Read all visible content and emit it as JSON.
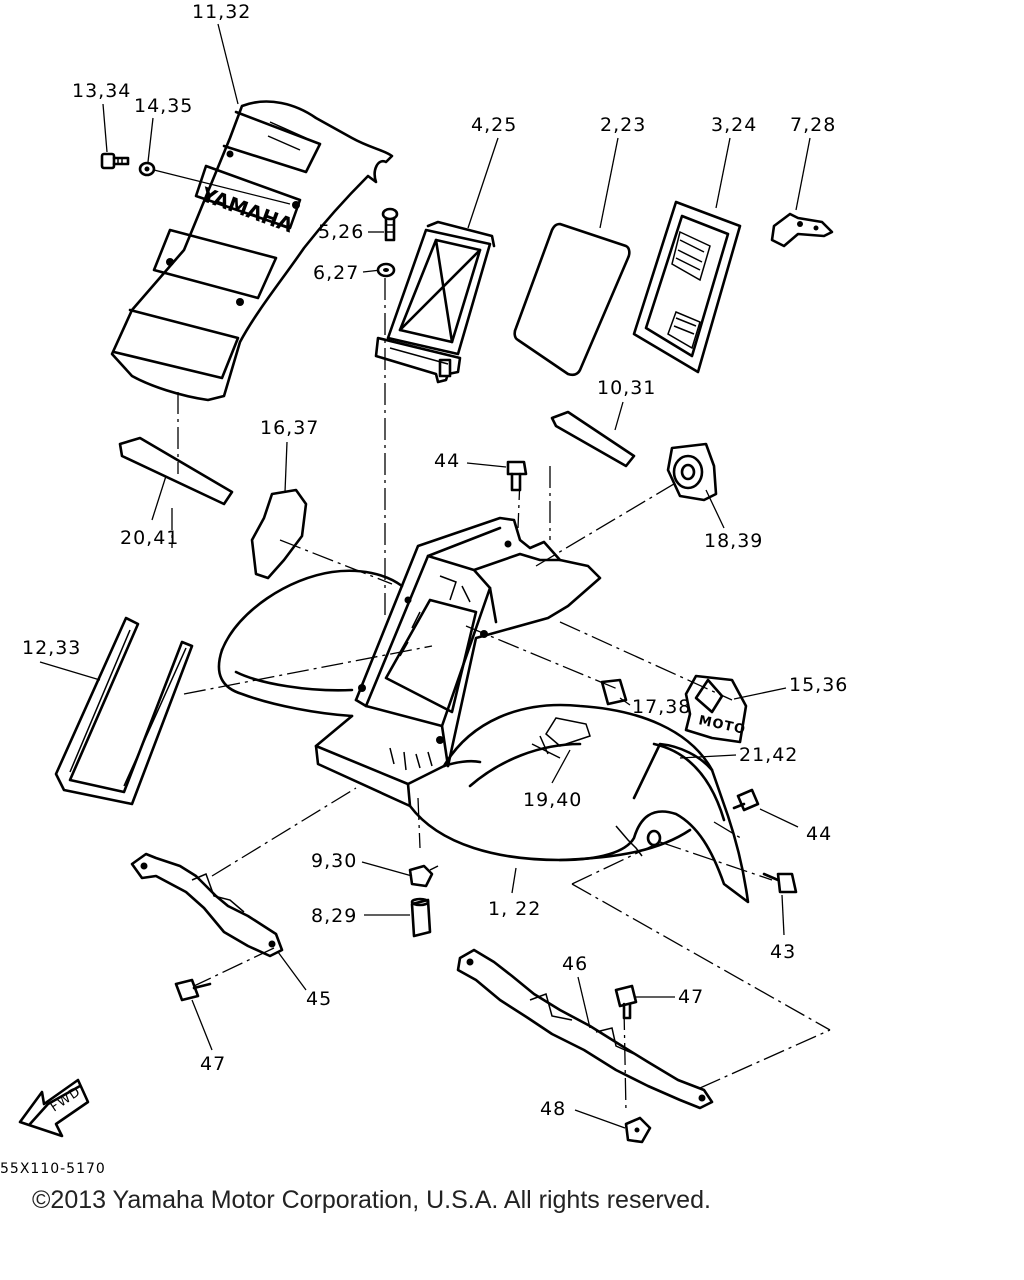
{
  "diagram": {
    "callouts": {
      "c1": "11,32",
      "c2": "13,34",
      "c3": "14,35",
      "c4": "4,25",
      "c5": "2,23",
      "c6": "3,24",
      "c7": "7,28",
      "c8": "5,26",
      "c9": "6,27",
      "c10": "10,31",
      "c11": "16,37",
      "c12": "44",
      "c13": "20,41",
      "c14": "18,39",
      "c15": "12,33",
      "c16": "15,36",
      "c17": "17,38",
      "c18": "21,42",
      "c19": "19,40",
      "c20": "44",
      "c21": "9,30",
      "c22": "1, 22",
      "c23": "8,29",
      "c24": "43",
      "c25": "46",
      "c26": "47",
      "c27": "45",
      "c28": "47",
      "c29": "48"
    },
    "embossed_text": {
      "cowl_brand": "YAMAHA",
      "emblem_text": "MOTO"
    },
    "arrow_label": "FWD",
    "drawing_code": "55X110-5170"
  },
  "footer": {
    "copyright": "©2013 Yamaha Motor Corporation, U.S.A. All rights reserved."
  }
}
